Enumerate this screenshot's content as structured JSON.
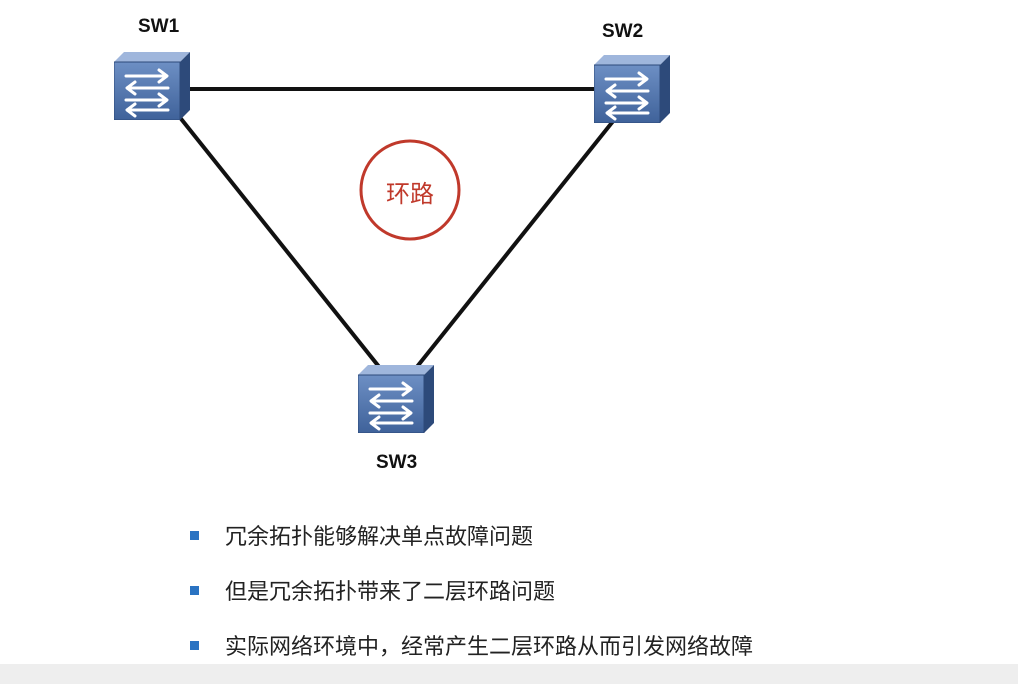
{
  "diagram": {
    "nodes": [
      {
        "id": "sw1",
        "label": "SW1",
        "icon": "network-switch-icon"
      },
      {
        "id": "sw2",
        "label": "SW2",
        "icon": "network-switch-icon"
      },
      {
        "id": "sw3",
        "label": "SW3",
        "icon": "network-switch-icon"
      }
    ],
    "links": [
      {
        "from": "SW1",
        "to": "SW2"
      },
      {
        "from": "SW1",
        "to": "SW3"
      },
      {
        "from": "SW2",
        "to": "SW3"
      }
    ],
    "loop_label": "环路",
    "colors": {
      "link": "#111111",
      "loop_circle": "#c0392b",
      "switch_body": "#4a6fa5",
      "bullet": "#2a73c2"
    }
  },
  "bullets": [
    "冗余拓扑能够解决单点故障问题",
    "但是冗余拓扑带来了二层环路问题",
    "实际网络环境中，经常产生二层环路从而引发网络故障"
  ]
}
